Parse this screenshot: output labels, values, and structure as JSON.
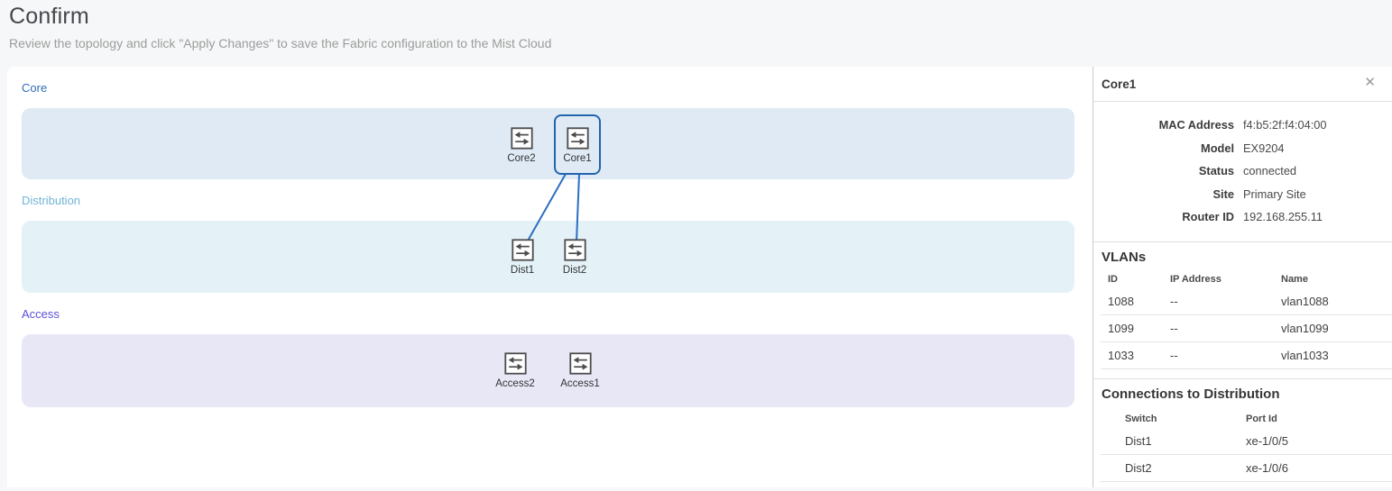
{
  "header": {
    "title": "Confirm",
    "subtitle": "Review the topology and click \"Apply Changes\" to save the Fabric configuration to the Mist Cloud"
  },
  "topology": {
    "tiers": [
      {
        "label": "Core",
        "nodes": [
          {
            "name": "Core2"
          },
          {
            "name": "Core1",
            "selected": true
          }
        ]
      },
      {
        "label": "Distribution",
        "nodes": [
          {
            "name": "Dist1"
          },
          {
            "name": "Dist2"
          }
        ]
      },
      {
        "label": "Access",
        "nodes": [
          {
            "name": "Access2"
          },
          {
            "name": "Access1"
          }
        ]
      }
    ],
    "edges": [
      {
        "from": "Core1",
        "to": "Dist1"
      },
      {
        "from": "Core1",
        "to": "Dist2"
      }
    ]
  },
  "panel": {
    "title": "Core1",
    "details": [
      {
        "label": "MAC Address",
        "value": "f4:b5:2f:f4:04:00"
      },
      {
        "label": "Model",
        "value": "EX9204"
      },
      {
        "label": "Status",
        "value": "connected"
      },
      {
        "label": "Site",
        "value": "Primary Site"
      },
      {
        "label": "Router ID",
        "value": "192.168.255.11"
      }
    ],
    "vlans": {
      "title": "VLANs",
      "columns": [
        "ID",
        "IP Address",
        "Name"
      ],
      "rows": [
        [
          "1088",
          "--",
          "vlan1088"
        ],
        [
          "1099",
          "--",
          "vlan1099"
        ],
        [
          "1033",
          "--",
          "vlan1033"
        ]
      ]
    },
    "connections": {
      "title": "Connections to Distribution",
      "columns": [
        "Switch",
        "Port Id"
      ],
      "rows": [
        [
          "Dist1",
          "xe-1/0/5"
        ],
        [
          "Dist2",
          "xe-1/0/6"
        ]
      ]
    }
  },
  "icons": {
    "close": "✕"
  },
  "colors": {
    "core_label": "#2d6db6",
    "distribution_label": "#72b5d6",
    "access_label": "#5a50d6",
    "core_band": "#dfeaf5",
    "distribution_band": "#e4f2f8",
    "access_band": "#e8e7f6",
    "selection_border": "#2264ad",
    "edge_line": "#2b6fc1"
  }
}
